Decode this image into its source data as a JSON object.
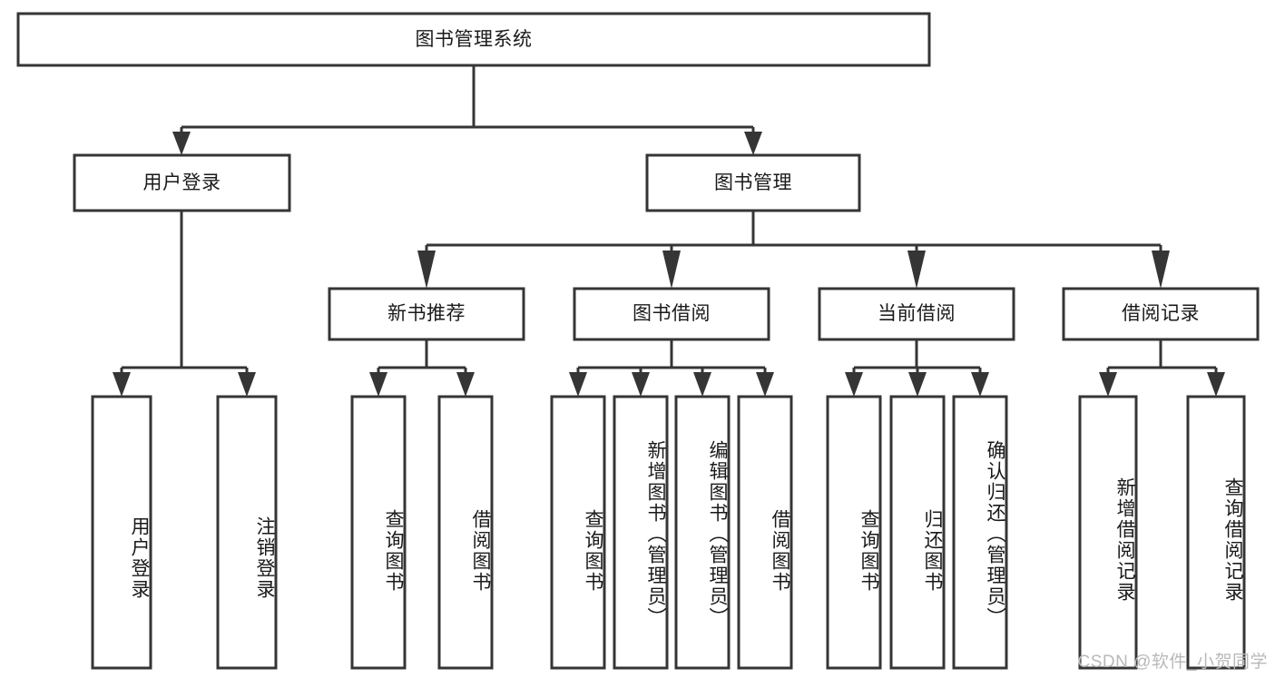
{
  "diagram": {
    "title": "图书管理系统",
    "type": "tree-hierarchy-chart",
    "watermark": "CSDN @软件_小贺同学",
    "colors": {
      "box_stroke": "#353535",
      "box_fill": "#ffffff",
      "text": "#1a1a1a",
      "connector": "#353535",
      "watermark": "#b9b9b9",
      "background": "#ffffff"
    },
    "nodes": {
      "root": {
        "label": "图书管理系统",
        "level": 1,
        "orientation": "horizontal"
      },
      "l2": [
        {
          "id": "user-login",
          "label": "用户登录",
          "level": 2,
          "orientation": "horizontal"
        },
        {
          "id": "book-manage",
          "label": "图书管理",
          "level": 2,
          "orientation": "horizontal"
        }
      ],
      "l3": [
        {
          "id": "new-book-recommend",
          "label": "新书推荐",
          "level": 3,
          "orientation": "horizontal"
        },
        {
          "id": "book-borrow",
          "label": "图书借阅",
          "level": 3,
          "orientation": "horizontal"
        },
        {
          "id": "current-borrow",
          "label": "当前借阅",
          "level": 3,
          "orientation": "horizontal"
        },
        {
          "id": "borrow-record",
          "label": "借阅记录",
          "level": 3,
          "orientation": "horizontal"
        }
      ],
      "leaves": [
        {
          "id": "leaf-user-login",
          "label": "用户登录",
          "parent": "user-login",
          "orientation": "vertical"
        },
        {
          "id": "leaf-logout-login",
          "label": "注销登录",
          "parent": "user-login",
          "orientation": "vertical"
        },
        {
          "id": "leaf-query-book-1",
          "label": "查询图书",
          "parent": "new-book-recommend",
          "orientation": "vertical"
        },
        {
          "id": "leaf-borrow-book-1",
          "label": "借阅图书",
          "parent": "new-book-recommend",
          "orientation": "vertical"
        },
        {
          "id": "leaf-query-book-2",
          "label": "查询图书",
          "parent": "book-borrow",
          "orientation": "vertical"
        },
        {
          "id": "leaf-add-book",
          "label": "新增图书（管理员）",
          "parent": "book-borrow",
          "orientation": "vertical"
        },
        {
          "id": "leaf-edit-book",
          "label": "编辑图书（管理员）",
          "parent": "book-borrow",
          "orientation": "vertical"
        },
        {
          "id": "leaf-borrow-book-2",
          "label": "借阅图书",
          "parent": "book-borrow",
          "orientation": "vertical"
        },
        {
          "id": "leaf-query-book-3",
          "label": "查询图书",
          "parent": "current-borrow",
          "orientation": "vertical"
        },
        {
          "id": "leaf-return-book",
          "label": "归还图书",
          "parent": "current-borrow",
          "orientation": "vertical"
        },
        {
          "id": "leaf-confirm-return",
          "label": "确认归还（管理员）",
          "parent": "current-borrow",
          "orientation": "vertical"
        },
        {
          "id": "leaf-add-record",
          "label": "新增借阅记录",
          "parent": "borrow-record",
          "orientation": "vertical"
        },
        {
          "id": "leaf-query-record",
          "label": "查询借阅记录",
          "parent": "borrow-record",
          "orientation": "vertical"
        }
      ]
    }
  }
}
